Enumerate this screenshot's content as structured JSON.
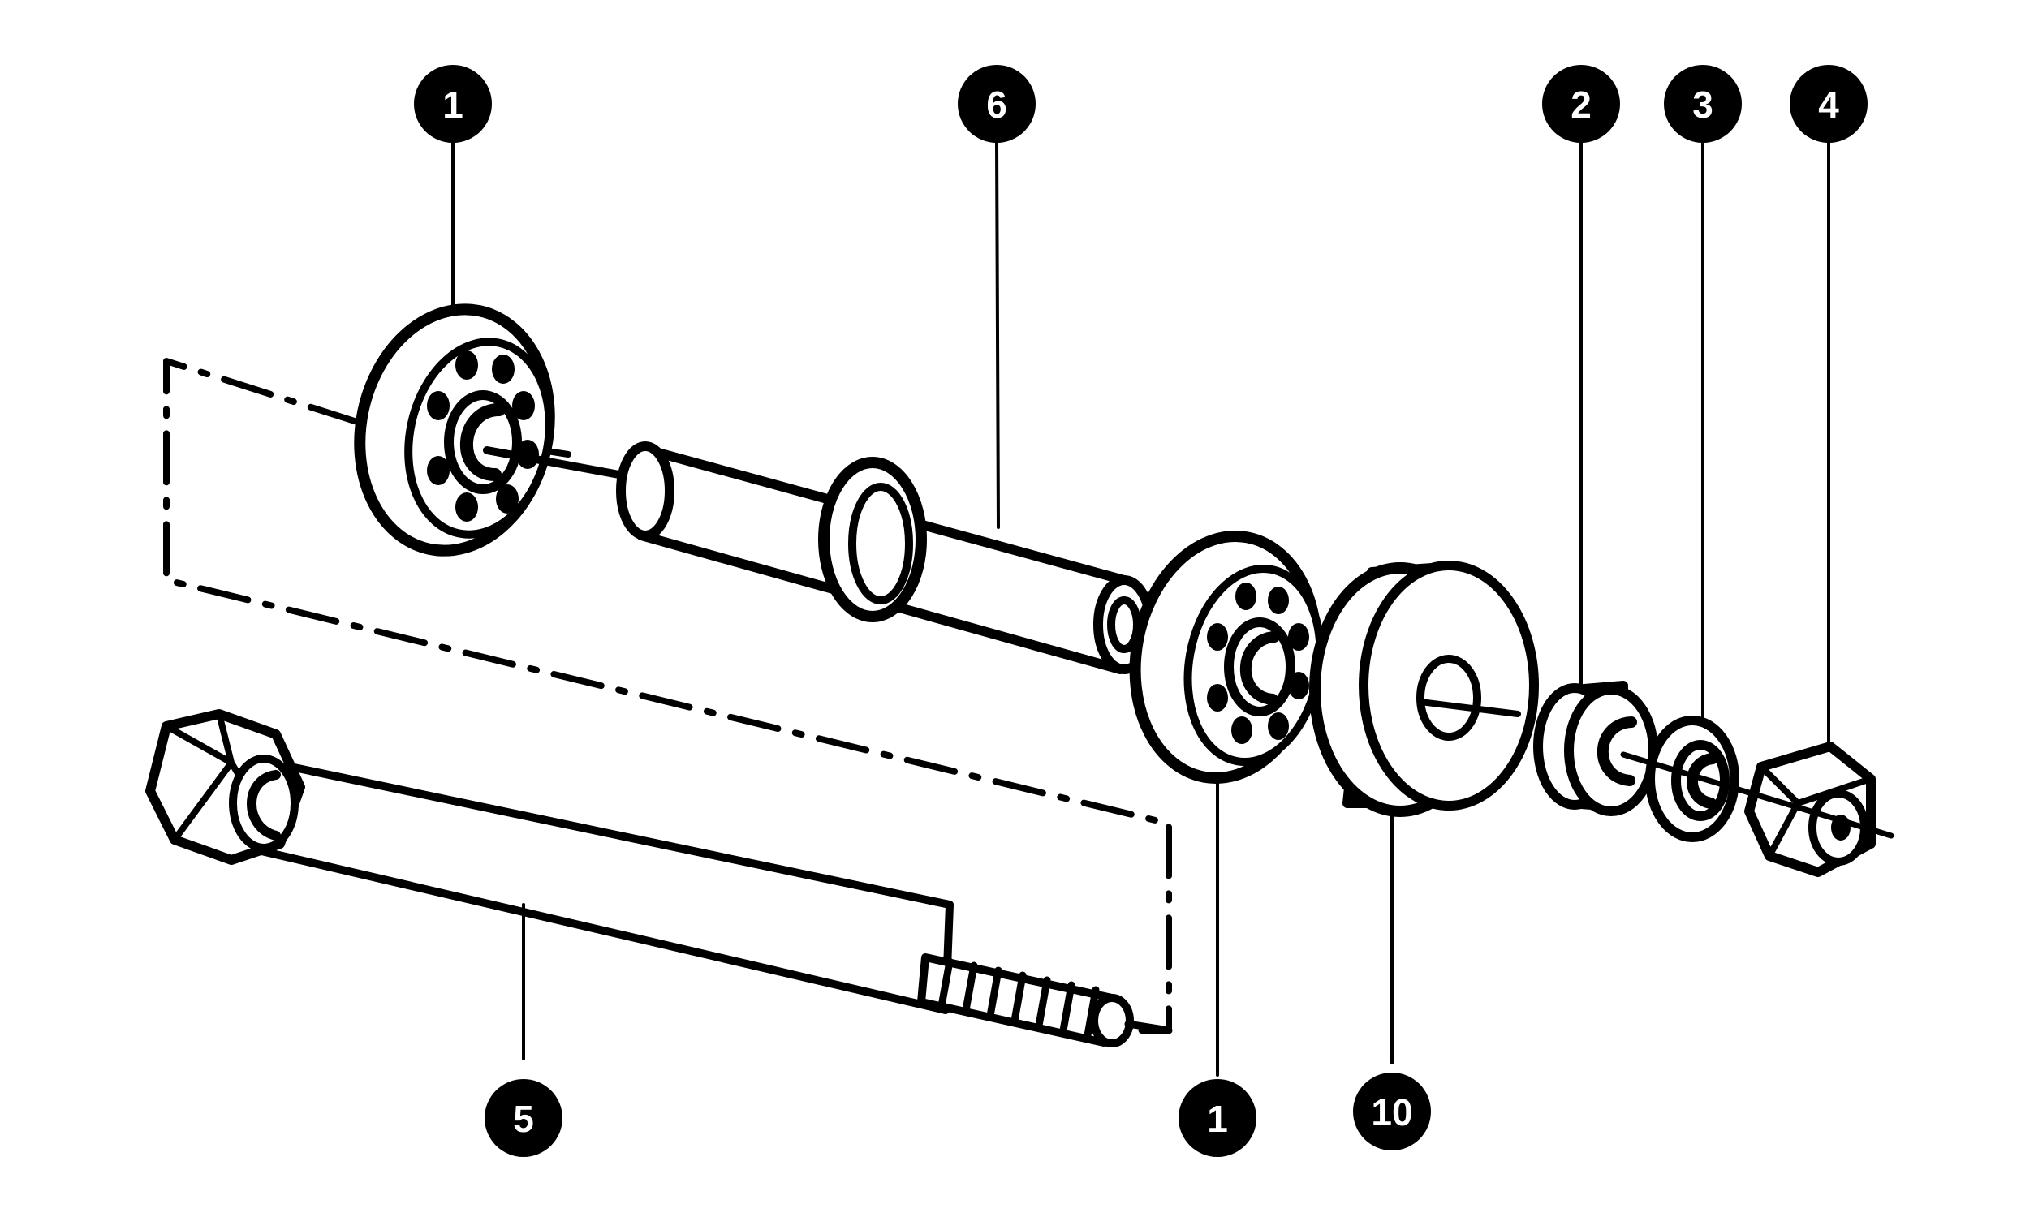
{
  "callouts": [
    {
      "id": "c1a",
      "label": "1"
    },
    {
      "id": "c6",
      "label": "6"
    },
    {
      "id": "c2",
      "label": "2"
    },
    {
      "id": "c3",
      "label": "3"
    },
    {
      "id": "c4",
      "label": "4"
    },
    {
      "id": "c5",
      "label": "5"
    },
    {
      "id": "c1b",
      "label": "1"
    },
    {
      "id": "c10",
      "label": "10"
    }
  ],
  "colors": {
    "ink": "#000000",
    "paper": "#ffffff"
  }
}
